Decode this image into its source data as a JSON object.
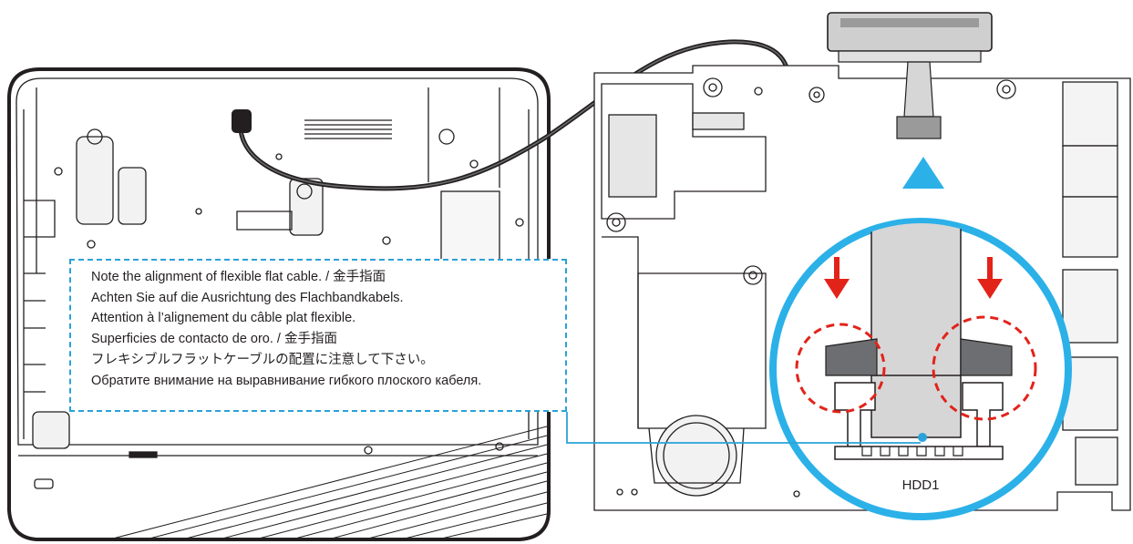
{
  "note": {
    "lines": [
      "Note the alignment of flexible flat cable. / 金手指面",
      "Achten Sie auf die Ausrichtung des Flachbandkabels.",
      "Attention à l’alignement du câble plat flexible.",
      "Superficies de contacto de oro. / 金手指面",
      "フレキシブルフラットケーブルの配置に注意して下さい。",
      "Обратите внимание на выравнивание гибкого плоского кабеля."
    ]
  },
  "callout": {
    "connector_label": "HDD1"
  },
  "colors": {
    "accent": "#29a8df",
    "callout_ring": "#2bb1e8",
    "arrow_red": "#e2231a",
    "ribbon": "#d6d6d6",
    "line": "#231f20"
  }
}
